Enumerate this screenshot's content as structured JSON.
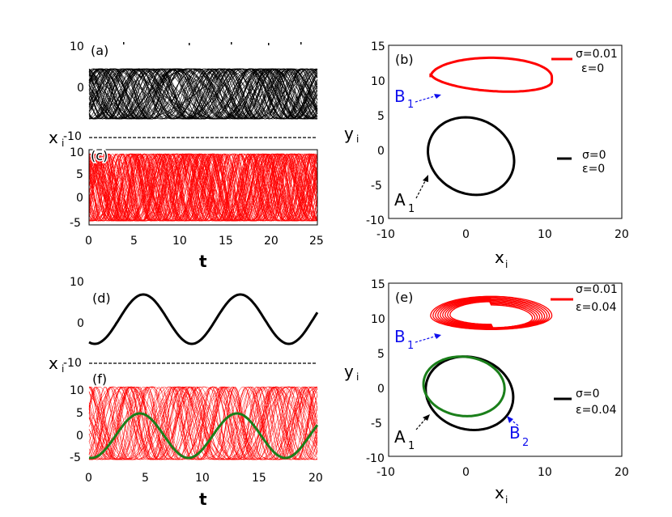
{
  "colors": {
    "black": "#000000",
    "red": "#ff0000",
    "green": "#1a7f1a",
    "blue": "#1010ee"
  },
  "chart_data": [
    {
      "panel": "(a)",
      "type": "line",
      "description_of_content": "dense black chaotic traces",
      "xlim": [
        0,
        25
      ],
      "ylim": [
        -12,
        12
      ],
      "yticks": [
        -10,
        0,
        10
      ],
      "series": [
        {
          "color": "black",
          "amplitude": 5,
          "offset": 0
        }
      ]
    },
    {
      "panel": "(c)",
      "type": "line",
      "xlim": [
        0,
        25
      ],
      "ylim": [
        -5.5,
        11
      ],
      "yticks": [
        -5,
        0,
        5,
        10
      ],
      "xticks": [
        0,
        5,
        10,
        15,
        20,
        25
      ],
      "xlabel": "t",
      "ylabel": "x",
      "series": [
        {
          "color": "red",
          "min": -4.5,
          "max": 10.5
        }
      ]
    },
    {
      "panel": "(b)",
      "type": "line",
      "xlim": [
        -10,
        20
      ],
      "ylim": [
        -10,
        15
      ],
      "xticks": [
        -10,
        0,
        10,
        20
      ],
      "yticks": [
        -10,
        -5,
        0,
        5,
        10,
        15
      ],
      "xlabel": "x",
      "xlabel_sub": "i",
      "ylabel": "y",
      "ylabel_sub": "i",
      "series": [
        {
          "color": "red",
          "label": "B",
          "label_sub": "1",
          "orbit": "B1"
        },
        {
          "color": "black",
          "label": "A",
          "label_sub": "1",
          "orbit": "A1"
        }
      ],
      "legend": [
        {
          "color": "red",
          "line1": "σ=0.01",
          "line2": "ε=0"
        },
        {
          "color": "black",
          "line1": "σ=0",
          "line2": "ε=0"
        }
      ]
    },
    {
      "panel": "(d)",
      "type": "line",
      "xlim": [
        0,
        20
      ],
      "ylim": [
        -12,
        12
      ],
      "yticks": [
        -10,
        0,
        10
      ],
      "series": [
        {
          "color": "black",
          "amplitude": 5,
          "period": 8.5
        }
      ]
    },
    {
      "panel": "(f)",
      "type": "line",
      "xlim": [
        0,
        20
      ],
      "ylim": [
        -6,
        11
      ],
      "yticks": [
        -5,
        0,
        5,
        10
      ],
      "xticks": [
        0,
        5,
        10,
        15,
        20
      ],
      "xlabel": "t",
      "ylabel": "x",
      "series": [
        {
          "color": "red",
          "min": -4.5,
          "max": 10.5
        },
        {
          "color": "green",
          "amplitude": 5,
          "period": 8.5
        }
      ]
    },
    {
      "panel": "(e)",
      "type": "line",
      "xlim": [
        -10,
        20
      ],
      "ylim": [
        -10,
        15
      ],
      "xticks": [
        -10,
        0,
        10,
        20
      ],
      "yticks": [
        -10,
        -5,
        0,
        5,
        10,
        15
      ],
      "xlabel": "x",
      "xlabel_sub": "i",
      "ylabel": "y",
      "ylabel_sub": "i",
      "series": [
        {
          "color": "red",
          "label": "B",
          "label_sub": "1",
          "orbit": "B1-thick"
        },
        {
          "color": "black",
          "label": "A",
          "label_sub": "1",
          "orbit": "A1"
        },
        {
          "color": "green",
          "label": "B",
          "label_sub": "2",
          "orbit": "B2"
        }
      ],
      "legend": [
        {
          "color": "red",
          "line1": "σ=0.01",
          "line2": "ε=0.04"
        },
        {
          "color": "black",
          "line1": "σ=0",
          "line2": "ε=0.04"
        }
      ]
    }
  ],
  "text": {
    "a": "(a)",
    "b": "(b)",
    "c": "(c)",
    "d": "(d)",
    "e": "(e)",
    "f": "(f)",
    "t": "t",
    "x": "x",
    "i": "i",
    "y": "y",
    "A": "A",
    "B": "B",
    "one": "1",
    "two": "2",
    "n10": "-10",
    "p10": "10",
    "zero": "0",
    "ym5": "-5",
    "y5": "5",
    "y15": "15",
    "s001": "σ=0.01",
    "e0": "ε=0",
    "s0": "σ=0",
    "e004": "ε=0.04",
    "x0": "0",
    "x5": "5",
    "x10": "10",
    "x15": "15",
    "x20": "20",
    "x25": "25",
    "xm10": "-10"
  }
}
